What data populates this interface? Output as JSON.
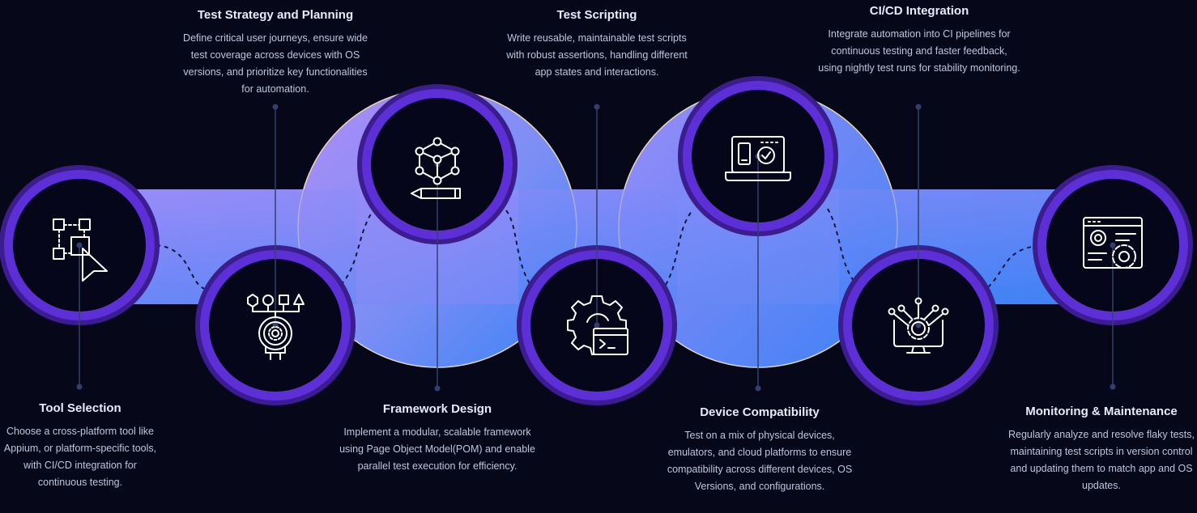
{
  "colors": {
    "background": "#06081a",
    "ring_outer": "#3b1d8f",
    "ring_inner": "#5d2fd6",
    "node_fill": "#05061a",
    "ribbon_light": "#a78bfa",
    "ribbon_dark": "#3b82f6",
    "connector": "#34406b",
    "icon": "#ffffff"
  },
  "steps": [
    {
      "title": "Tool Selection",
      "description": "Choose a cross-platform tool like Appium, or platform-specific tools, with CI/CD integration for continuous testing.",
      "icon": "flowchart-cursor-icon"
    },
    {
      "title": "Test Strategy and Planning",
      "description": "Define critical user journeys, ensure wide test coverage across devices with OS versions, and prioritize key functionalities for automation.",
      "icon": "strategy-planning-icon"
    },
    {
      "title": "Framework Design",
      "description": "Implement a modular, scalable framework using Page Object Model(POM) and enable parallel test execution for efficiency.",
      "icon": "cube-pencil-icon"
    },
    {
      "title": "Test Scripting",
      "description": "Write reusable, maintainable test scripts with robust assertions, handling different app states and interactions.",
      "icon": "gear-terminal-icon"
    },
    {
      "title": "Device Compatibility",
      "description": "Test on a mix of physical devices, emulators, and cloud platforms to ensure compatibility across different devices, OS Versions, and configurations.",
      "icon": "laptop-devices-icon"
    },
    {
      "title": "CI/CD Integration",
      "description": "Integrate automation into CI pipelines for continuous testing and faster feedback, using nightly test runs for stability monitoring.",
      "icon": "monitor-gear-network-icon"
    },
    {
      "title": "Monitoring & Maintenance",
      "description": "Regularly analyze and resolve flaky tests, maintaining test scripts in version control and updating them to match app and OS updates.",
      "icon": "browser-gears-icon"
    }
  ]
}
